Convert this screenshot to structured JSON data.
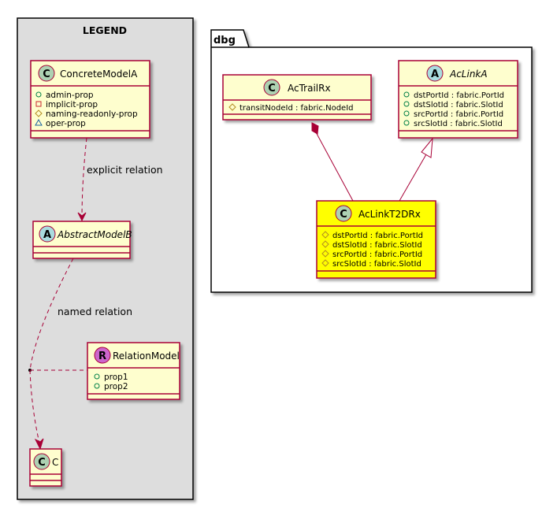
{
  "legend": {
    "title": "LEGEND",
    "concrete": {
      "stereotype": "C",
      "name": "ConcreteModelA",
      "fields": [
        {
          "vis": "public",
          "text": "admin-prop"
        },
        {
          "vis": "private",
          "text": "implicit-prop"
        },
        {
          "vis": "protected",
          "text": "naming-readonly-prop"
        },
        {
          "vis": "package",
          "text": "oper-prop"
        }
      ]
    },
    "explicit_relation_label": "explicit relation",
    "abstract": {
      "stereotype": "A",
      "name": "AbstractModelB"
    },
    "named_relation_label": "named relation",
    "relation_model": {
      "stereotype": "R",
      "name": "RelationModel",
      "fields": [
        {
          "vis": "public",
          "text": "prop1"
        },
        {
          "vis": "public",
          "text": "prop2"
        }
      ]
    },
    "c_class": {
      "stereotype": "C",
      "name": "C"
    }
  },
  "package": {
    "name": "dbg",
    "trail": {
      "stereotype": "C",
      "name": "AcTrailRx",
      "fields": [
        {
          "vis": "protected",
          "text": "transitNodeId : fabric.NodeId"
        }
      ]
    },
    "link": {
      "stereotype": "A",
      "name": "AcLinkA",
      "fields": [
        {
          "vis": "public",
          "text": "dstPortId : fabric.PortId"
        },
        {
          "vis": "public",
          "text": "dstSlotId : fabric.SlotId"
        },
        {
          "vis": "public",
          "text": "srcPortId : fabric.PortId"
        },
        {
          "vis": "public",
          "text": "srcSlotId : fabric.SlotId"
        }
      ]
    },
    "t2d": {
      "stereotype": "C",
      "name": "AcLinkT2DRx",
      "fields": [
        {
          "vis": "protected",
          "text": "dstPortId : fabric.PortId"
        },
        {
          "vis": "protected",
          "text": "dstSlotId : fabric.SlotId"
        },
        {
          "vis": "protected",
          "text": "srcPortId : fabric.PortId"
        },
        {
          "vis": "protected",
          "text": "srcSlotId : fabric.SlotId"
        }
      ]
    }
  },
  "colors": {
    "class_fill": "#FEFECE",
    "class_border": "#A80036",
    "highlight_fill": "#FFFF00",
    "legend_fill": "#DDDDDD",
    "badge_c": "#ADD1B2",
    "badge_a": "#A9DCDF",
    "badge_r": "#CC66CC"
  }
}
